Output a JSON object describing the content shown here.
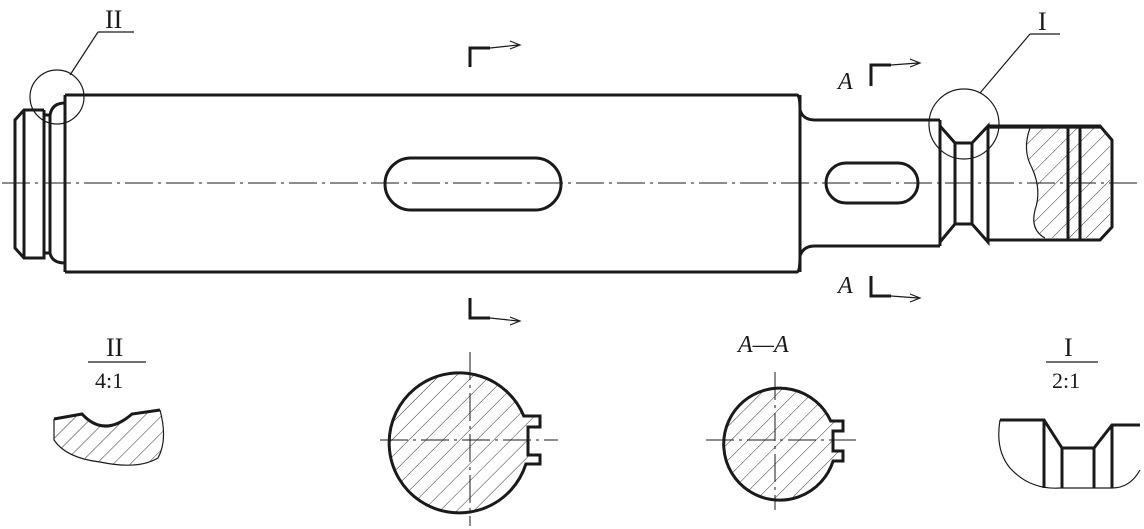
{
  "labels": {
    "detail_roman_ii": "II",
    "detail_roman_i": "I",
    "section_letter_top": "A",
    "section_letter_bottom": "A",
    "section_title": "A—A",
    "detail_ii_name": "II",
    "detail_ii_scale": "4:1",
    "detail_i_name": "I",
    "detail_i_scale": "2:1"
  },
  "colors": {
    "line": "#1a1a1a",
    "background": "#ffffff"
  }
}
